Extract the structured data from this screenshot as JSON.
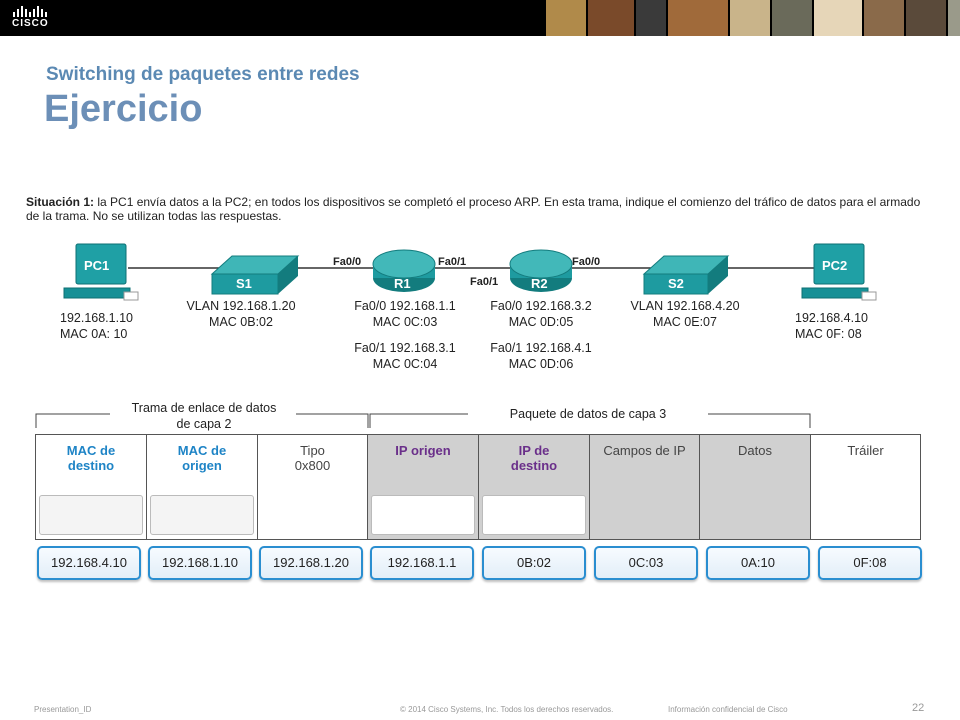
{
  "brand": {
    "logo_text": "CISCO"
  },
  "header": {
    "subtitle": "Switching de paquetes entre redes",
    "title": "Ejercicio"
  },
  "situation": {
    "bold": "Situación 1:",
    "text": " la PC1 envía datos a la PC2; en todos los dispositivos se completó el proceso ARP. En esta trama, indique el comienzo del tráfico de datos para el armado de la trama. No se utilizan todas las respuestas."
  },
  "topology": {
    "pc1": {
      "name": "PC1",
      "ip": "192.168.1.10",
      "mac": "MAC 0A: 10"
    },
    "s1": {
      "name": "S1",
      "vlan": "VLAN 192.168.1.20",
      "mac": "MAC 0B:02"
    },
    "r1": {
      "name": "R1",
      "port_left": "Fa0/0",
      "port_right": "Fa0/1",
      "if0_ip": "Fa0/0 192.168.1.1",
      "if0_mac": "MAC 0C:03",
      "if1_ip": "Fa0/1 192.168.3.1",
      "if1_mac": "MAC 0C:04"
    },
    "r2": {
      "name": "R2",
      "port_left": "Fa0/1",
      "port_right": "Fa0/0",
      "if0_ip": "Fa0/0 192.168.3.2",
      "if0_mac": "MAC 0D:05",
      "if1_ip": "Fa0/1 192.168.4.1",
      "if1_mac": "MAC 0D:06"
    },
    "s2": {
      "name": "S2",
      "vlan": "VLAN 192.168.4.20",
      "mac": "MAC 0E:07"
    },
    "pc2": {
      "name": "PC2",
      "ip": "192.168.4.10",
      "mac": "MAC 0F: 08"
    }
  },
  "frame": {
    "layer2_label_1": "Trama de enlace de datos",
    "layer2_label_2": "de capa 2",
    "layer3_label": "Paquete de datos de capa 3",
    "fields": [
      {
        "line1": "MAC de",
        "line2": "destino"
      },
      {
        "line1": "MAC de",
        "line2": "origen"
      },
      {
        "line1": "Tipo",
        "line2": "0x800"
      },
      {
        "line1": "IP origen",
        "line2": ""
      },
      {
        "line1": "IP de",
        "line2": "destino"
      },
      {
        "line1": "Campos de IP",
        "line2": ""
      },
      {
        "line1": "Datos",
        "line2": ""
      },
      {
        "line1": "Tráiler",
        "line2": ""
      }
    ]
  },
  "answers": [
    "192.168.4.10",
    "192.168.1.10",
    "192.168.1.20",
    "192.168.1.1",
    "0B:02",
    "0C:03",
    "0A:10",
    "0F:08"
  ],
  "colors": {
    "title": "#6c8fb7",
    "field_blue": "#1e84c6",
    "field_purple": "#6a2f8a",
    "answer_border": "#2a8ed0",
    "gray_cell": "#d0d0d0"
  },
  "footer": {
    "presentation_id": "Presentation_ID",
    "copyright": "© 2014 Cisco Systems, Inc. Todos los derechos reservados.",
    "confidential": "Información confidencial de Cisco",
    "page": "22"
  }
}
